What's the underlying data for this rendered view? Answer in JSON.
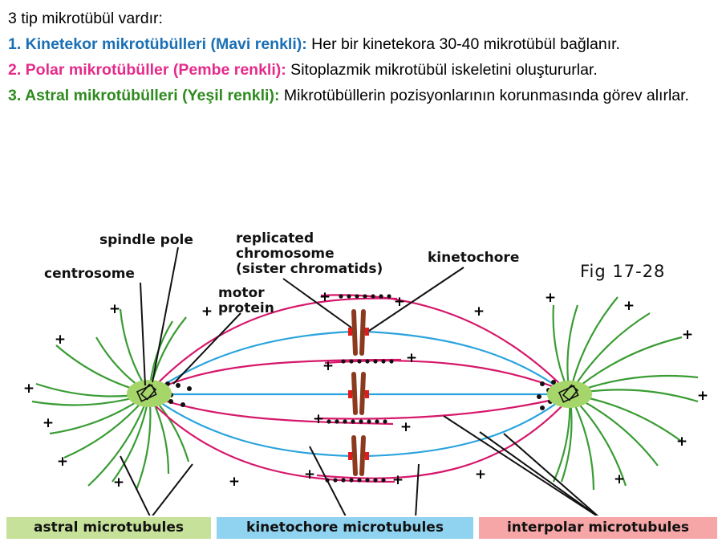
{
  "text": {
    "intro": "3 tip mikrotübül vardır:",
    "items": [
      {
        "head": "1. Kinetekor mikrotübülleri (Mavi renkli):",
        "body": " Her bir kinetekora 30-40 mikrotübül bağlanır."
      },
      {
        "head": "2. Polar mikrotübüller (Pembe renkli):",
        "body": " Sitoplazmik mikrotübül iskeletini oluştururlar."
      },
      {
        "head": "3. Astral mikrotübülleri (Yeşil renkli):",
        "body": " Mikrotübüllerin pozisyonlarının korunmasında görev alırlar."
      }
    ]
  },
  "diagram": {
    "labels": {
      "spindle_pole": "spindle pole",
      "centrosome": "centrosome",
      "motor_protein_1": "motor",
      "motor_protein_2": "protein",
      "replicated_1": "replicated",
      "replicated_2": "chromosome",
      "replicated_3": "(sister chromatids)",
      "kinetochore": "kinetochore"
    },
    "figure_label": "Fig 17-28",
    "plus_sign": "+",
    "legend": {
      "astral": "astral microtubules",
      "kinetochore": "kinetochore microtubules",
      "interpolar": "interpolar microtubules"
    }
  },
  "colors": {
    "kinetochore_mt": "#29a3dd",
    "polar_mt": "#d6176b",
    "astral_mt": "#3a9c34",
    "centrosome": "#a6d66a",
    "chromatid": "#8b3a1f",
    "kinetochore": "#e01b1b"
  }
}
